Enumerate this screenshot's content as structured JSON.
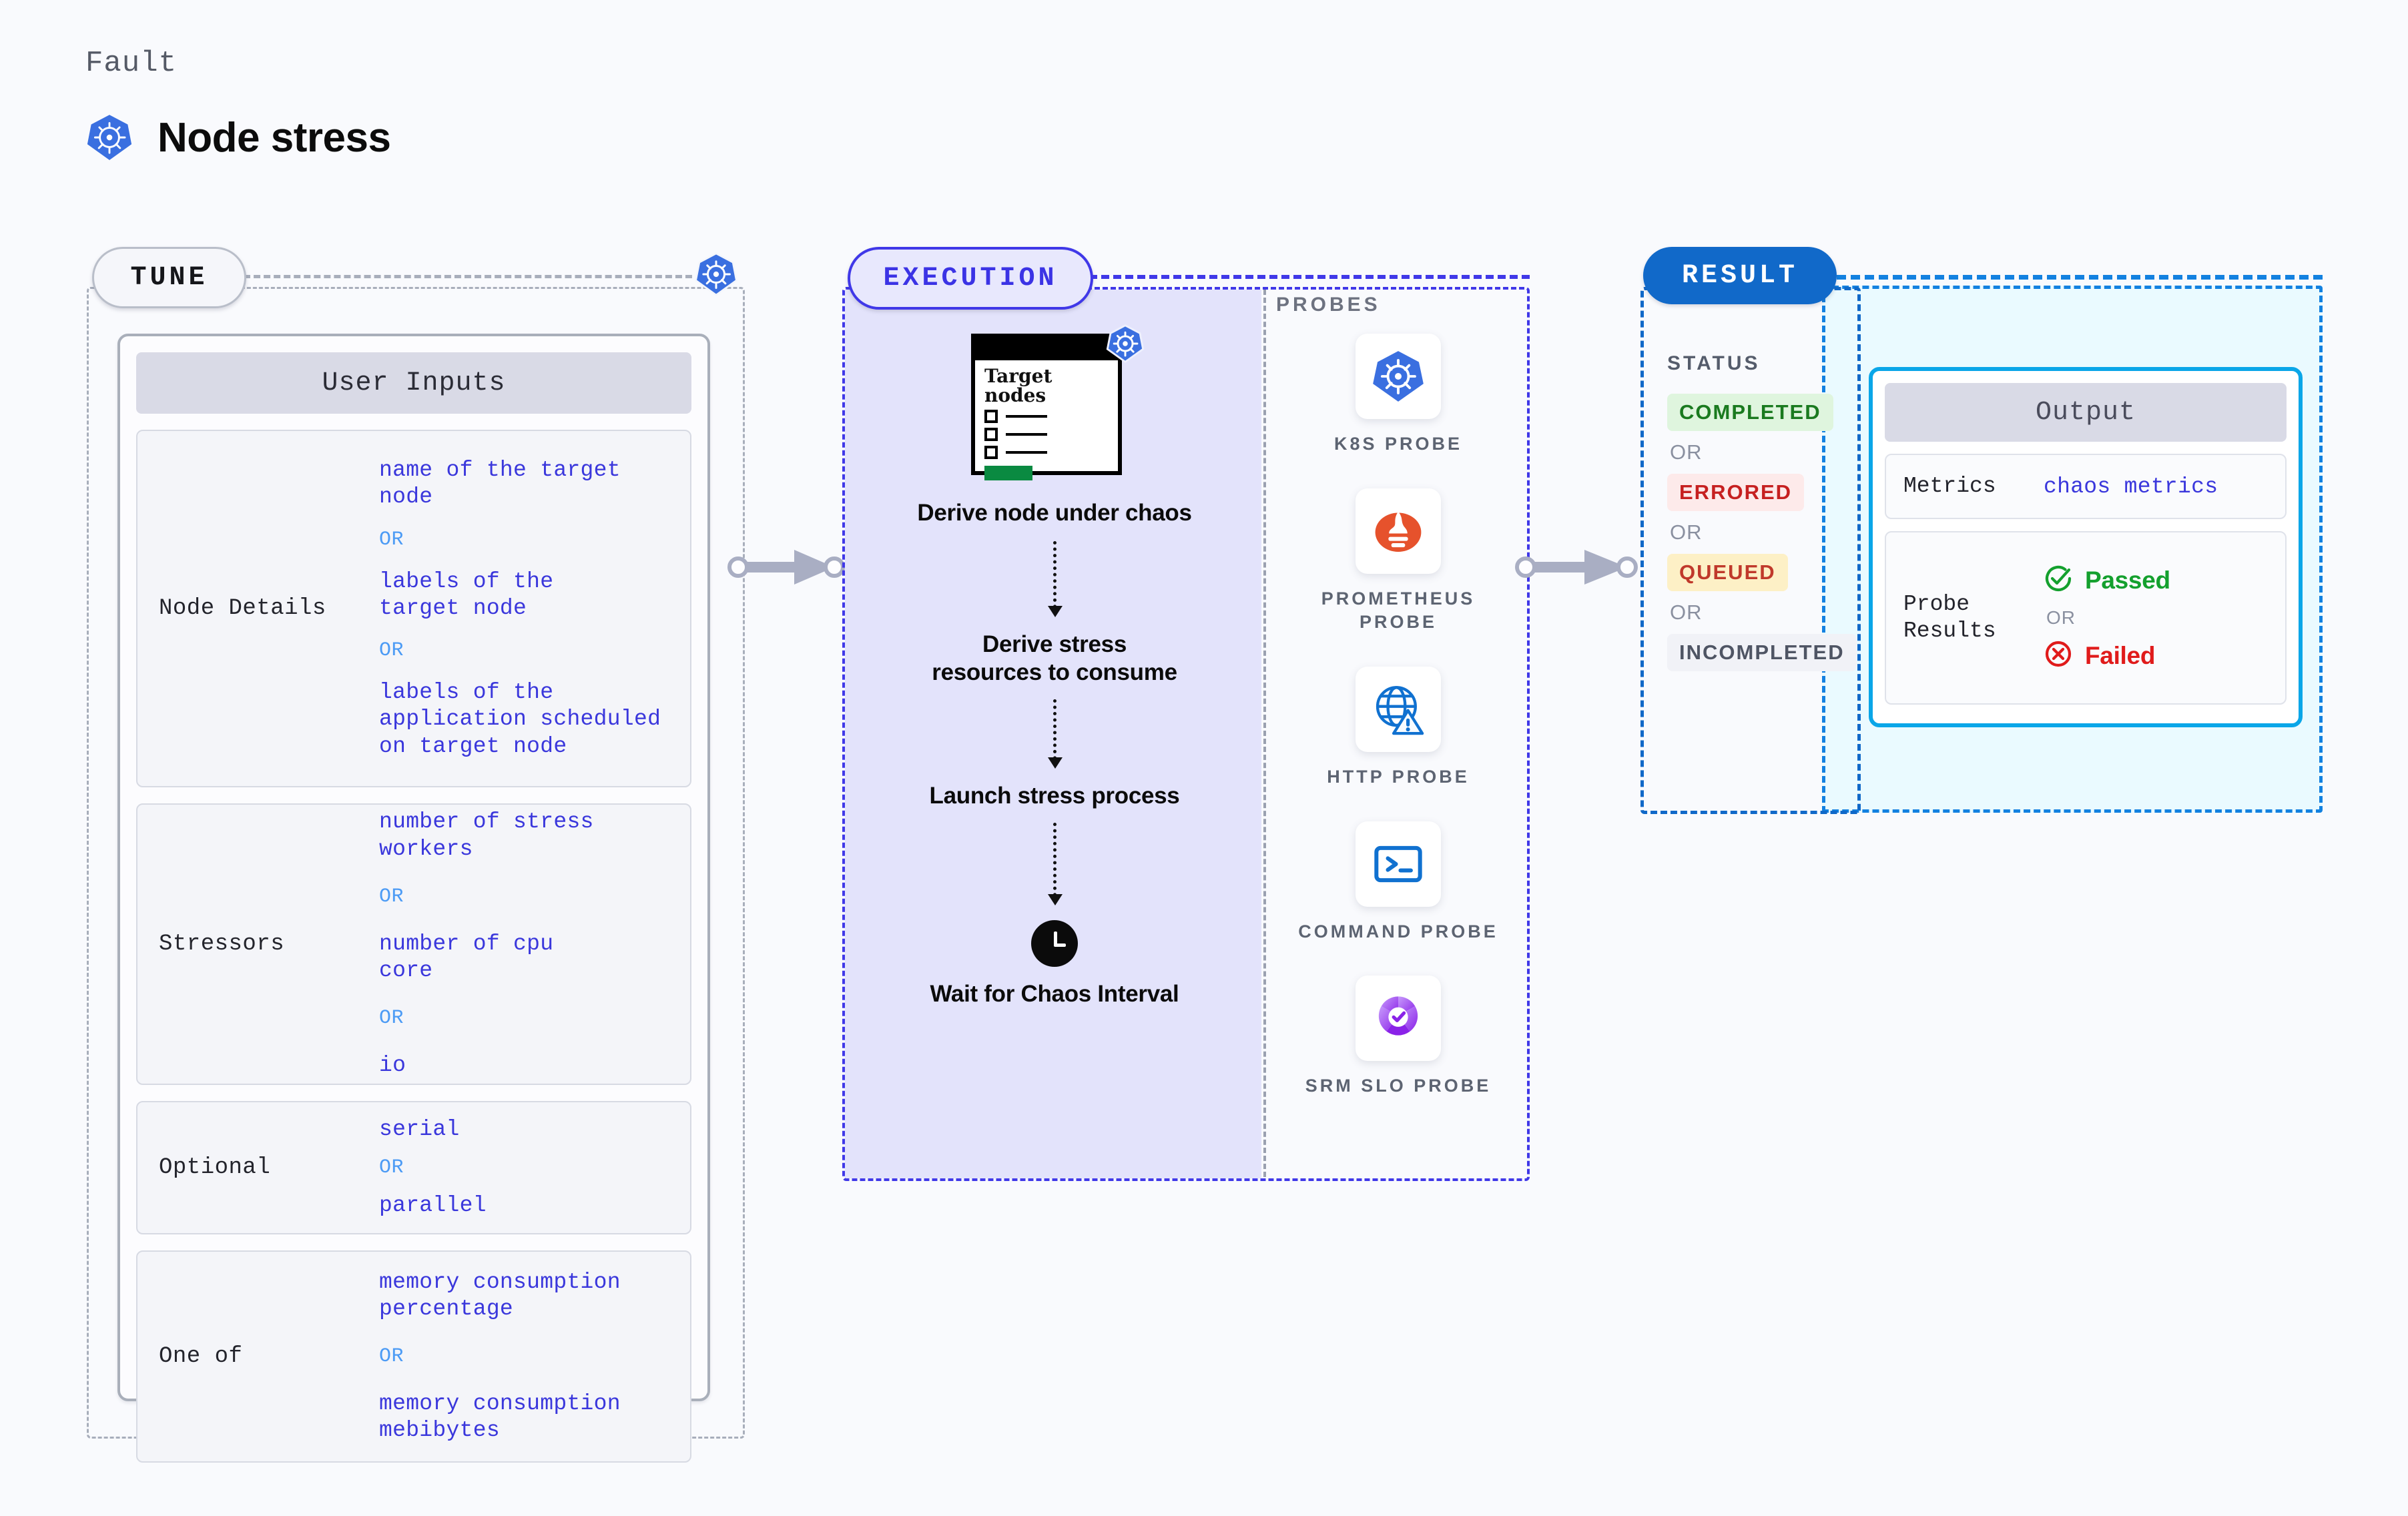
{
  "header": {
    "fault_label": "Fault",
    "title": "Node stress",
    "icon": "kubernetes-icon"
  },
  "tune": {
    "pill_label": "TUNE",
    "card_header": "User Inputs",
    "badge_icon": "kubernetes-icon",
    "groups": [
      {
        "label": "Node Details",
        "values": [
          "name of the target node",
          "labels of the target node",
          "labels of the application scheduled on target node"
        ],
        "separator": "OR"
      },
      {
        "label": "Stressors",
        "values": [
          "number of stress workers",
          "number of cpu core",
          "io"
        ],
        "separator": "OR"
      },
      {
        "label": "Optional",
        "values": [
          "serial",
          "parallel"
        ],
        "separator": "OR"
      },
      {
        "label": "One of",
        "values": [
          "memory consumption percentage",
          "memory consumption mebibytes"
        ],
        "separator": "OR"
      }
    ]
  },
  "execution": {
    "pill_label": "EXECUTION",
    "probes_label": "PROBES",
    "flow": [
      {
        "label": "Derive node under chaos",
        "icon": "target-nodes-icon"
      },
      {
        "label": "Derive stress resources to consume",
        "icon": ""
      },
      {
        "label": "Launch stress process",
        "icon": ""
      },
      {
        "label": "Wait for Chaos Interval",
        "icon": "clock-icon"
      }
    ],
    "target_nodes_card": {
      "title_line1": "Target",
      "title_line2": "nodes",
      "badge_icon": "kubernetes-icon"
    },
    "probes": [
      {
        "label": "K8S PROBE",
        "icon": "kubernetes-icon"
      },
      {
        "label": "PROMETHEUS PROBE",
        "icon": "prometheus-icon"
      },
      {
        "label": "HTTP PROBE",
        "icon": "http-globe-alert-icon"
      },
      {
        "label": "COMMAND PROBE",
        "icon": "terminal-icon"
      },
      {
        "label": "SRM SLO PROBE",
        "icon": "srm-slo-icon"
      }
    ]
  },
  "result": {
    "pill_label": "RESULT",
    "status_label": "STATUS",
    "separator": "OR",
    "statuses": [
      {
        "label": "COMPLETED",
        "text_color": "#1a7a1f",
        "bg_color": "#dff5de"
      },
      {
        "label": "ERRORED",
        "text_color": "#c62020",
        "bg_color": "#fdeaea"
      },
      {
        "label": "QUEUED",
        "text_color": "#c0392b",
        "bg_color": "#fdf0c6"
      },
      {
        "label": "INCOMPLETED",
        "text_color": "#4f5564",
        "bg_color": "#f1f2f7"
      }
    ],
    "output": {
      "header": "Output",
      "rows": [
        {
          "label": "Metrics",
          "value": "chaos metrics"
        },
        {
          "label": "Probe Results",
          "passed": "Passed",
          "failed": "Failed",
          "separator": "OR"
        }
      ]
    }
  },
  "colors": {
    "page_bg": "#f9fafd",
    "tune_dash": "#a8aebb",
    "exec_dash": "#4038e8",
    "exec_fill": "#e3e3fb",
    "result_dash": "#1068c8",
    "result_fill": "#eafaff",
    "value_blue": "#3a37dc",
    "or_blue": "#4c9bf5",
    "k8s_blue": "#3a6fe0",
    "passed_green": "#14a02e",
    "failed_red": "#e01b1b",
    "connector_gray": "#a9aec3"
  }
}
